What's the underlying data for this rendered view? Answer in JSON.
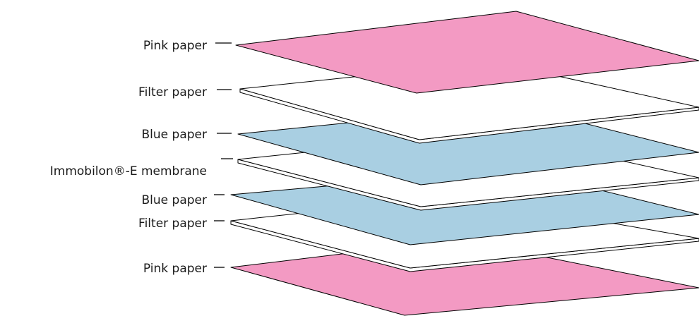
{
  "diagram": {
    "colors": {
      "pink": "#f39ac3",
      "blue": "#a9cfe2",
      "white": "#ffffff",
      "outline": "#000000"
    },
    "layers": [
      {
        "label": "Pink paper",
        "color": "pink"
      },
      {
        "label": "Filter paper",
        "color": "white"
      },
      {
        "label": "Blue paper",
        "color": "blue"
      },
      {
        "label": "Immobilon®-E membrane",
        "color": "white"
      },
      {
        "label": "Blue paper",
        "color": "blue"
      },
      {
        "label": "Filter paper",
        "color": "white"
      },
      {
        "label": "Pink paper",
        "color": "pink"
      }
    ]
  }
}
